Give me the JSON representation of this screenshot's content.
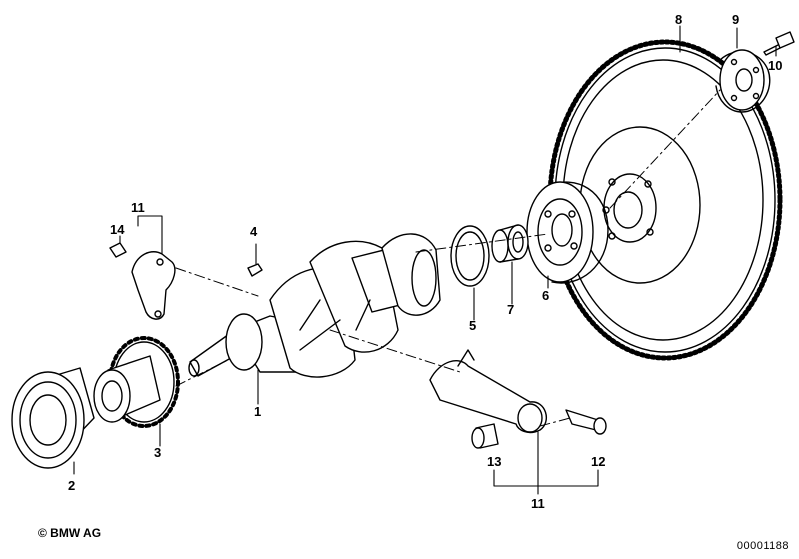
{
  "callouts": {
    "c1": "1",
    "c2": "2",
    "c3": "3",
    "c4": "4",
    "c5": "5",
    "c6": "6",
    "c7": "7",
    "c8": "8",
    "c9": "9",
    "c10": "10",
    "c11a": "11",
    "c11b": "11",
    "c12": "12",
    "c13": "13",
    "c14": "14"
  },
  "footer": {
    "copyright": "© BMW AG",
    "doc_number": "00001188"
  }
}
